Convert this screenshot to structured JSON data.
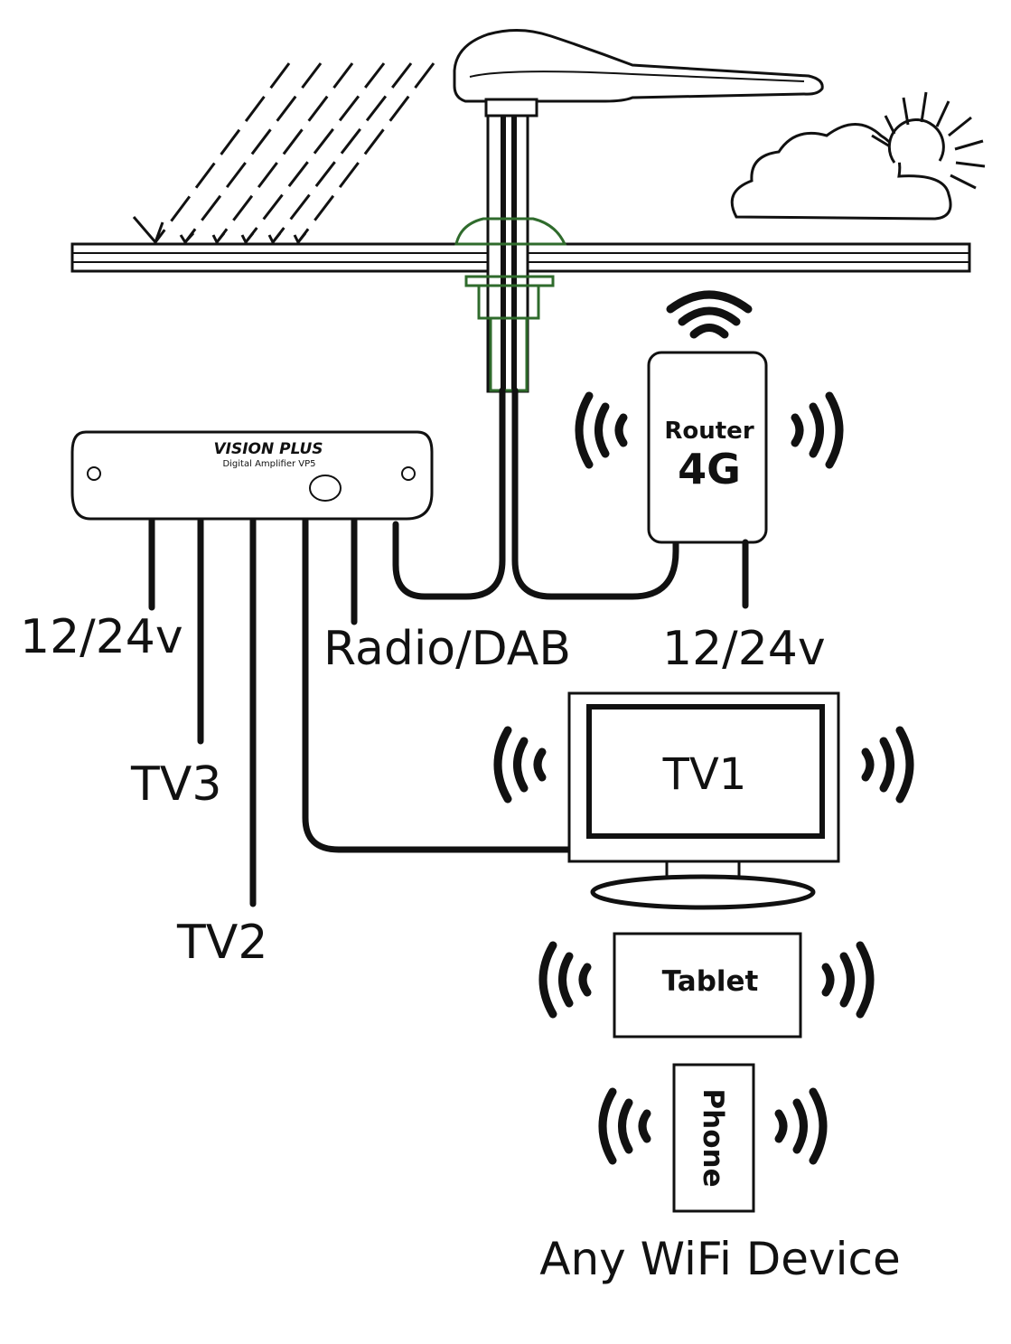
{
  "diagram": {
    "amplifier": {
      "brand": "VISION PLUS",
      "model": "Digital Amplifier VP5"
    },
    "router": {
      "label": "Router",
      "sublabel": "4G"
    },
    "labels": {
      "amp_power": "12/24v",
      "router_power": "12/24v",
      "radio": "Radio/DAB",
      "tv1": "TV1",
      "tv2": "TV2",
      "tv3": "TV3",
      "tablet": "Tablet",
      "phone": "Phone",
      "wifi_devices": "Any WiFi Device"
    },
    "icons": [
      "antenna-icon",
      "rain-icon",
      "cloud-icon",
      "sun-icon",
      "roof-gland-icon",
      "wifi-wave-icon"
    ],
    "colors": {
      "gland": "#2f6b2c",
      "line": "#111111",
      "background": "#ffffff"
    }
  }
}
